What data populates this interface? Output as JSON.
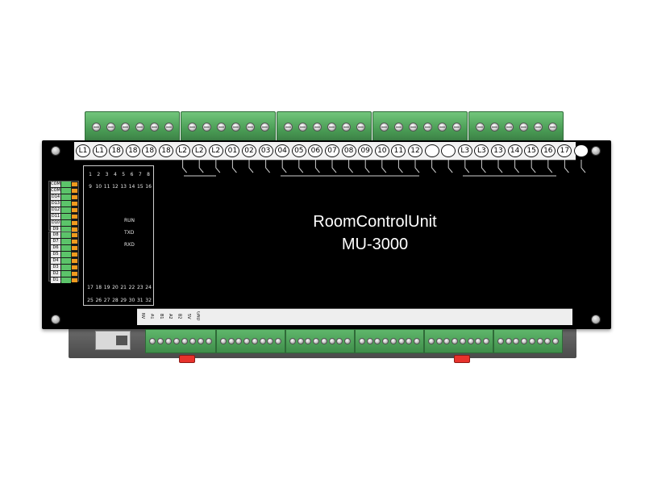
{
  "device": {
    "title_line1": "RoomControlUnit",
    "title_line2": "MU-3000"
  },
  "top_terminals": [
    "L1",
    "L1",
    "18",
    "18",
    "18",
    "18",
    "L2",
    "L2",
    "L2",
    "01",
    "02",
    "03",
    "04",
    "05",
    "06",
    "07",
    "08",
    "09",
    "10",
    "11",
    "12",
    "",
    "",
    "L3",
    "L3",
    "13",
    "14",
    "15",
    "16",
    "17",
    ""
  ],
  "led_panel": {
    "top_row1": [
      "1",
      "2",
      "3",
      "4",
      "5",
      "6",
      "7",
      "8"
    ],
    "top_row2": [
      "9",
      "10",
      "11",
      "12",
      "13",
      "14",
      "15",
      "16"
    ],
    "status": [
      "RUN",
      "TXD",
      "RXD"
    ],
    "bottom_row1": [
      "17",
      "18",
      "19",
      "20",
      "21",
      "22",
      "23",
      "24"
    ],
    "bottom_row2": [
      "25",
      "26",
      "27",
      "28",
      "29",
      "30",
      "31",
      "32"
    ]
  },
  "left_inputs_upper": [
    "COM",
    "COM",
    "D14",
    "D13",
    "D12",
    "D11",
    "D10",
    "D9"
  ],
  "left_inputs_lower": [
    "D8",
    "D7",
    "D6",
    "D5",
    "D4",
    "D3",
    "D2",
    "D1"
  ],
  "bottom_terminals": [
    "NV",
    "A1",
    "B1",
    "A2",
    "B2",
    "5V",
    "GND",
    "",
    "",
    "",
    "",
    "",
    "",
    "",
    "",
    "",
    "",
    "",
    "",
    "",
    "",
    "",
    "",
    "",
    "",
    "",
    "",
    "",
    "",
    "",
    "",
    "",
    "",
    "",
    "",
    "",
    "",
    "",
    "",
    "",
    "",
    "",
    "",
    "",
    "",
    "",
    ""
  ],
  "colors": {
    "body": "#000000",
    "terminal_green": "#4a9d55",
    "din_clip_red": "#e8322c",
    "input_orange": "#f09a1e"
  }
}
